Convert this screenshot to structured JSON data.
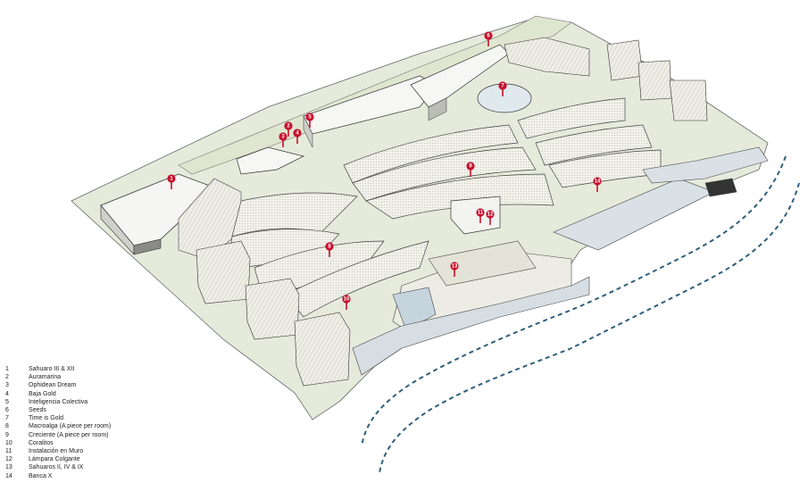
{
  "legend": [
    {
      "num": "1",
      "label": "Sahuaro III & XII"
    },
    {
      "num": "2",
      "label": "Auramarina"
    },
    {
      "num": "3",
      "label": "Ophidean Dream"
    },
    {
      "num": "4",
      "label": "Baja Gold"
    },
    {
      "num": "5",
      "label": "Inteligencia Colectiva"
    },
    {
      "num": "6",
      "label": "Seeds"
    },
    {
      "num": "7",
      "label": "Time is Gold"
    },
    {
      "num": "8",
      "label": "Macroalga (A piece per room)"
    },
    {
      "num": "9",
      "label": "Creciente (A piece per room)"
    },
    {
      "num": "10",
      "label": "Coralitos"
    },
    {
      "num": "11",
      "label": "Instalación en Muro"
    },
    {
      "num": "12",
      "label": "Lámpara Colgante"
    },
    {
      "num": "13",
      "label": "Sahuaros II, IV & IX"
    },
    {
      "num": "14",
      "label": "Banca X"
    }
  ],
  "markers": [
    "1",
    "2",
    "3",
    "4",
    "5",
    "6",
    "7",
    "8",
    "9",
    "10",
    "11",
    "12",
    "13",
    "14"
  ],
  "colors": {
    "marker": "#c8102e",
    "water": "#2f5f7a",
    "ground": "#e6eadb",
    "building": "#f4f4f2",
    "line": "#444444"
  }
}
